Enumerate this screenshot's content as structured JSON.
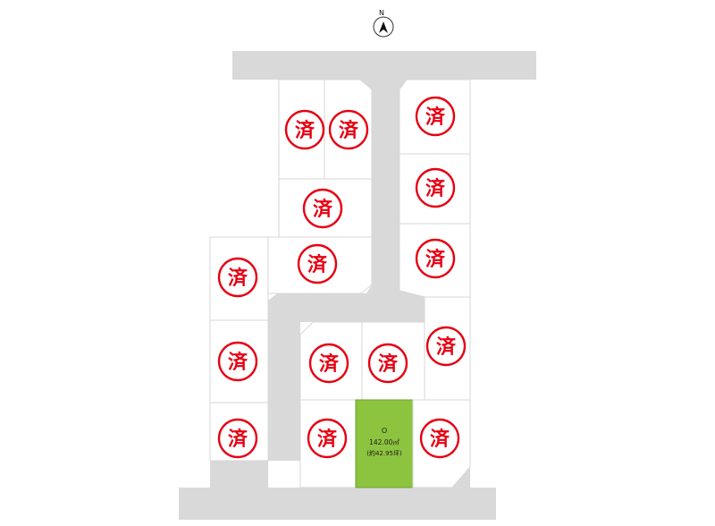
{
  "compass": {
    "label": "N",
    "icon": "north-arrow-icon"
  },
  "sold_stamp": {
    "text": "済",
    "color": "#e60012",
    "icon": "sold-stamp-icon"
  },
  "lots": [
    {
      "id": "lot-a",
      "status": "sold"
    },
    {
      "id": "lot-b",
      "status": "sold"
    },
    {
      "id": "lot-c",
      "status": "sold"
    },
    {
      "id": "lot-d",
      "status": "sold"
    },
    {
      "id": "lot-e",
      "status": "sold"
    },
    {
      "id": "lot-f",
      "status": "sold"
    },
    {
      "id": "lot-g",
      "status": "sold"
    },
    {
      "id": "lot-h",
      "status": "sold"
    },
    {
      "id": "lot-i",
      "status": "sold"
    },
    {
      "id": "lot-j",
      "status": "sold"
    },
    {
      "id": "lot-k",
      "status": "sold"
    },
    {
      "id": "lot-l",
      "status": "sold"
    },
    {
      "id": "lot-m",
      "status": "sold"
    },
    {
      "id": "lot-n",
      "status": "sold"
    },
    {
      "id": "lot-o",
      "status": "available",
      "label": "O",
      "area": "142.00㎡",
      "area_tsubo": "(約42.95坪)",
      "color": "#8dc43f"
    },
    {
      "id": "lot-p",
      "status": "sold"
    }
  ]
}
